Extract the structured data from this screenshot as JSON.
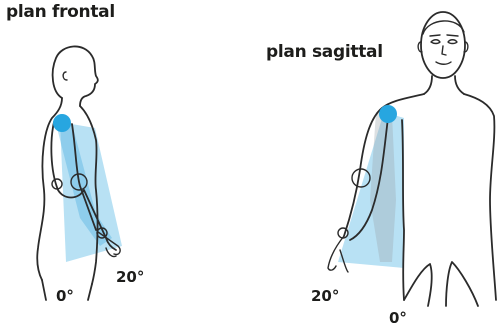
{
  "panels": {
    "frontal": {
      "title": "plan frontal",
      "angle_start": "0°",
      "angle_end": "20°",
      "range_color": "#62bce6",
      "joint_color": "#27a6e0"
    },
    "sagittal": {
      "title": "plan sagittal",
      "angle_start": "0°",
      "angle_end": "20°",
      "range_color": "#62bce6",
      "joint_color": "#27a6e0"
    }
  }
}
